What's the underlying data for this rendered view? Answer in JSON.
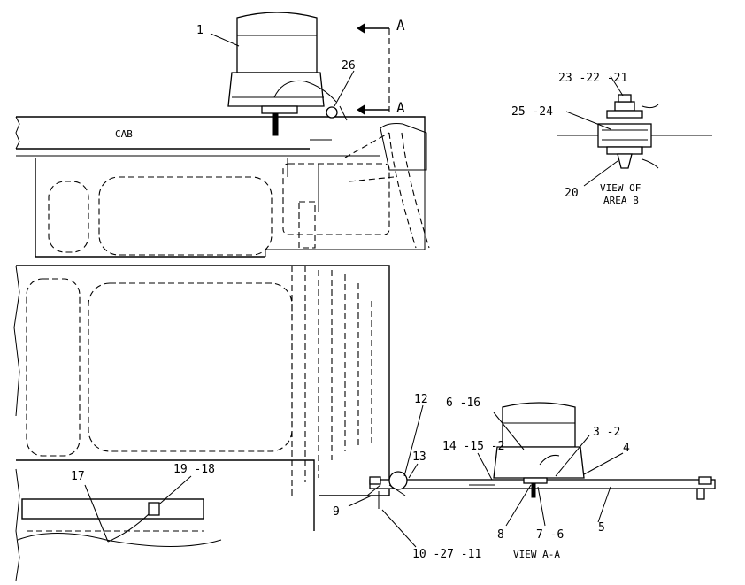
{
  "diagram": {
    "cab_label": "CAB",
    "section_markers": [
      "A",
      "A"
    ],
    "view_aa_caption": "VIEW  A-A",
    "view_b_caption_line1": "VIEW OF",
    "view_b_caption_line2": "AREA B",
    "callouts": {
      "c1": "1",
      "c26": "26",
      "c17": "17",
      "c19_18": "19 -18",
      "c23_22_21": "23 -22 -21",
      "c25_24": "25 -24",
      "c20": "20",
      "c12": "12",
      "c6_16": "6 -16",
      "c13": "13",
      "c14_15_2": "14 -15 -2",
      "c3_2": "3 -2",
      "c4": "4",
      "c9": "9",
      "c8": "8",
      "c7_6": "7 -6",
      "c5": "5",
      "c10_27_11": "10 -27 -11"
    }
  }
}
